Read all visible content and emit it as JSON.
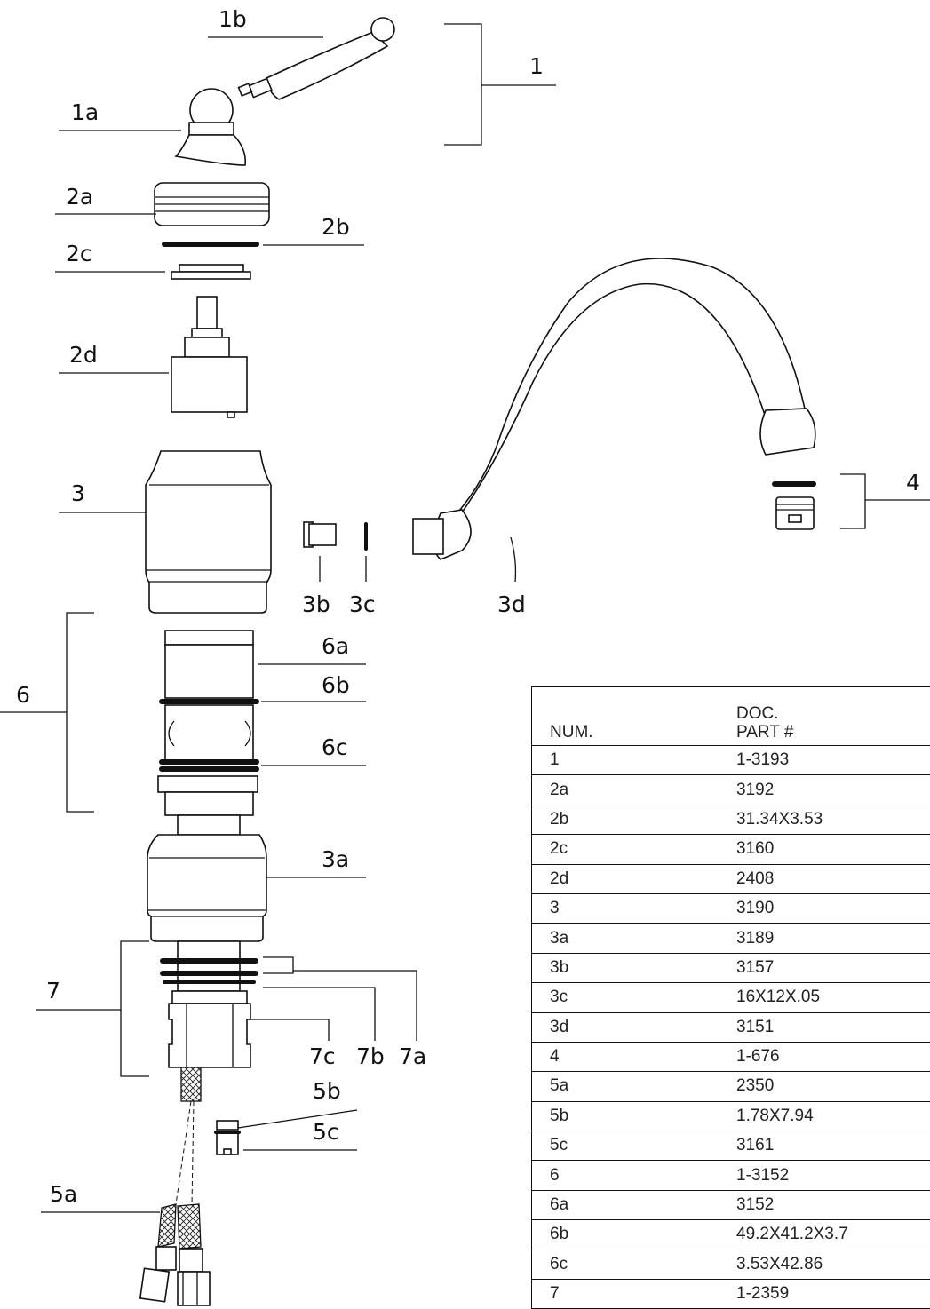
{
  "callouts": {
    "c1": "1",
    "c1a": "1a",
    "c1b": "1b",
    "c2a": "2a",
    "c2b": "2b",
    "c2c": "2c",
    "c2d": "2d",
    "c3": "3",
    "c3a": "3a",
    "c3b": "3b",
    "c3c": "3c",
    "c3d": "3d",
    "c4": "4",
    "c5a": "5a",
    "c5b": "5b",
    "c5c": "5c",
    "c6": "6",
    "c6a": "6a",
    "c6b": "6b",
    "c6c": "6c",
    "c7": "7",
    "c7a": "7a",
    "c7b": "7b",
    "c7c": "7c"
  },
  "table": {
    "headers": {
      "num": "NUM.",
      "doc_line1": "DOC.",
      "doc_line2": "PART #"
    },
    "rows": [
      {
        "num": "1",
        "part": "1-3193"
      },
      {
        "num": "2a",
        "part": "3192"
      },
      {
        "num": "2b",
        "part": "31.34X3.53"
      },
      {
        "num": "2c",
        "part": "3160"
      },
      {
        "num": "2d",
        "part": "2408"
      },
      {
        "num": "3",
        "part": "3190"
      },
      {
        "num": "3a",
        "part": "3189"
      },
      {
        "num": "3b",
        "part": "3157"
      },
      {
        "num": "3c",
        "part": "16X12X.05"
      },
      {
        "num": "3d",
        "part": "3151"
      },
      {
        "num": "4",
        "part": "1-676"
      },
      {
        "num": "5a",
        "part": "2350"
      },
      {
        "num": "5b",
        "part": "1.78X7.94"
      },
      {
        "num": "5c",
        "part": "3161"
      },
      {
        "num": "6",
        "part": "1-3152"
      },
      {
        "num": "6a",
        "part": "3152"
      },
      {
        "num": "6b",
        "part": "49.2X41.2X3.7"
      },
      {
        "num": "6c",
        "part": "3.53X42.86"
      },
      {
        "num": "7",
        "part": "1-2359"
      }
    ]
  }
}
